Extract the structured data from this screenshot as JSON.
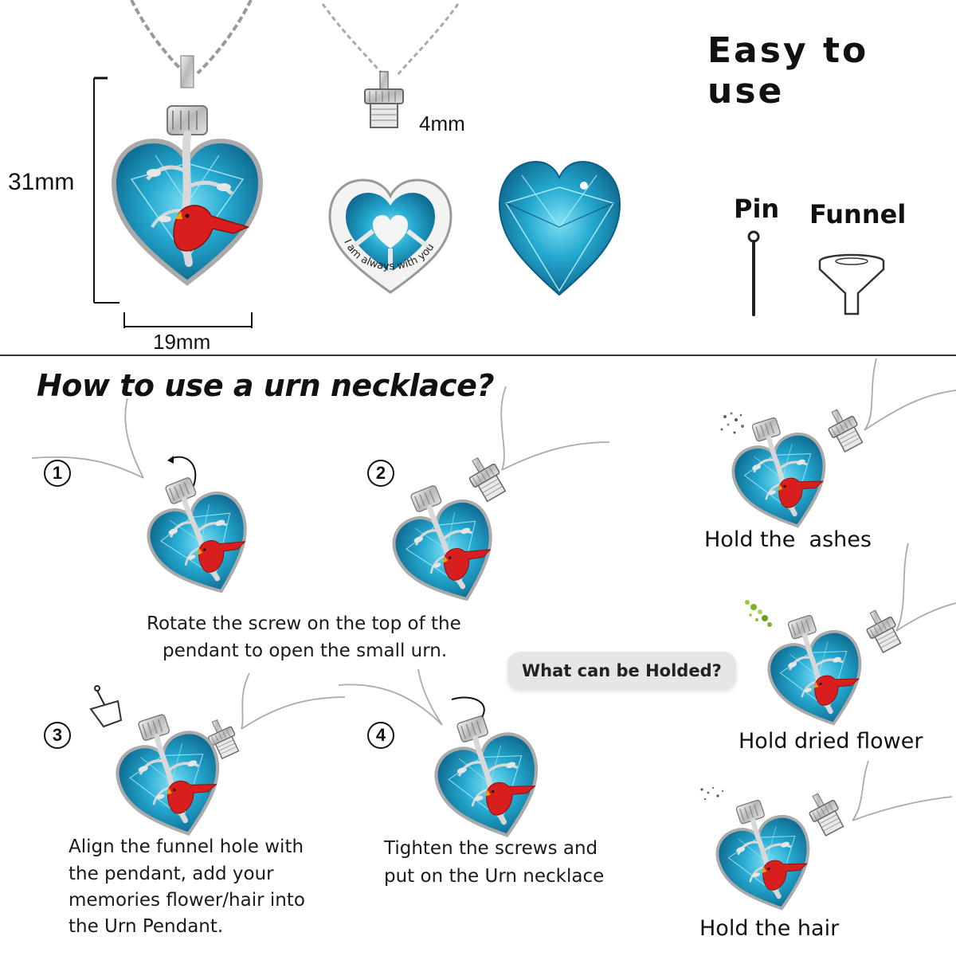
{
  "header": {
    "title": "Easy to use",
    "height_label": "31mm",
    "width_label": "19mm",
    "screw_label": "4mm",
    "engraving": "I am always with you"
  },
  "tools": {
    "pin_label": "Pin",
    "funnel_label": "Funnel"
  },
  "howto": {
    "title": "How to use a urn necklace?",
    "steps": [
      {
        "num": "1",
        "text": "Rotate the screw on the top of the pendant to open the small urn.",
        "line1": "Rotate the screw on the top of the",
        "line2": "pendant to open the small urn."
      },
      {
        "num": "2",
        "text": ""
      },
      {
        "num": "3",
        "line1": "Align the funnel hole with",
        "line2": "the pendant, add your",
        "line3": "memories flower/hair into",
        "line4": "the Urn Pendant."
      },
      {
        "num": "4",
        "line1": "Tighten the screws and",
        "line2": "put on the Urn necklace"
      }
    ]
  },
  "holds": {
    "bubble": "What can be Holded?",
    "items": [
      {
        "label": "Hold the  ashes"
      },
      {
        "label": "Hold dried flower"
      },
      {
        "label": "Hold the hair"
      }
    ]
  },
  "colors": {
    "crystal": "#1fa3c8",
    "crystal_dark": "#0d6f95",
    "cardinal": "#d91e1e",
    "silver": "#c9c9c9"
  }
}
